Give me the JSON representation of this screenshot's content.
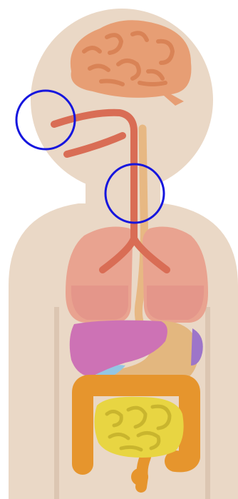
{
  "diagram": {
    "title": "",
    "colors": {
      "background": "#ffffff",
      "body": "#ead8c6",
      "body_shadow": "#dcc6b2",
      "brain": "#e79e74",
      "brain_folds": "#d98356",
      "airway": "#d96d55",
      "esophagus": "#e7b883",
      "lungs": "#e9a390",
      "lungs_shade": "#e4968a",
      "liver": "#cd72b5",
      "stomach": "#e3b77f",
      "spleen": "#9d75c9",
      "gallbladder": "#93c6e3",
      "large_intestine": "#e6952d",
      "small_intestine": "#e8d542",
      "small_intestine_folds": "#c9b52e",
      "highlight_circle": "#1616de"
    },
    "organs": [
      {
        "id": "brain",
        "icon": "brain-icon"
      },
      {
        "id": "airway",
        "icon": "trachea-icon"
      },
      {
        "id": "esophagus",
        "icon": "esophagus-icon"
      },
      {
        "id": "lungs",
        "icon": "lungs-icon"
      },
      {
        "id": "liver",
        "icon": "liver-icon"
      },
      {
        "id": "stomach",
        "icon": "stomach-icon"
      },
      {
        "id": "spleen",
        "icon": "spleen-icon"
      },
      {
        "id": "gallbladder",
        "icon": "gallbladder-icon"
      },
      {
        "id": "large_intestine",
        "icon": "large-intestine-icon"
      },
      {
        "id": "small_intestine",
        "icon": "small-intestine-icon"
      }
    ],
    "highlights": [
      {
        "id": "nasal-airway-entry"
      },
      {
        "id": "upper-trachea"
      }
    ]
  }
}
